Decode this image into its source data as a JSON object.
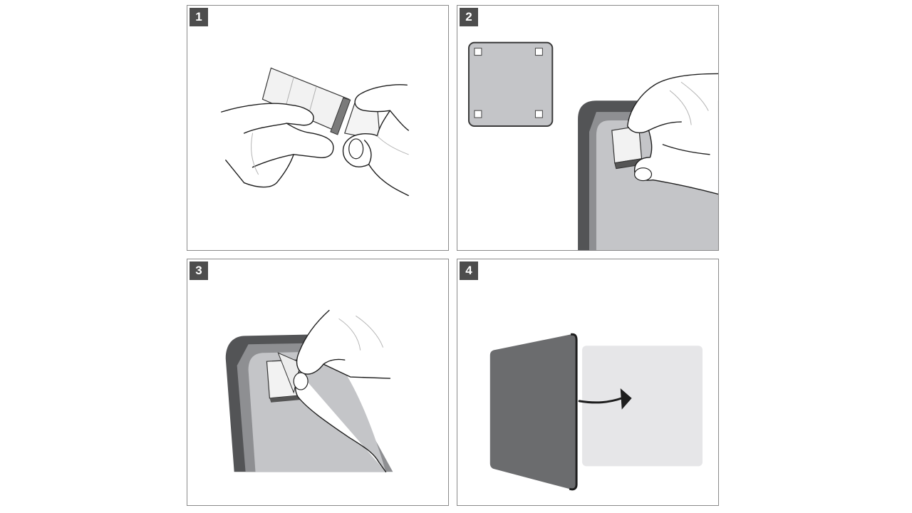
{
  "steps": [
    {
      "number": "1",
      "icon": "peel-adhesive-backing"
    },
    {
      "number": "2",
      "icon": "press-pad-onto-device-corner"
    },
    {
      "number": "3",
      "icon": "peel-top-liner"
    },
    {
      "number": "4",
      "icon": "attach-device-to-surface"
    }
  ],
  "colors": {
    "frame": "#8a8a8a",
    "badge": "#4d4d4d",
    "device_body": "#c4c5c8",
    "device_frame": "#535456",
    "back_plate": "#6b6c6e",
    "target_area": "#e6e6e8",
    "outline": "#1e1e1e"
  }
}
